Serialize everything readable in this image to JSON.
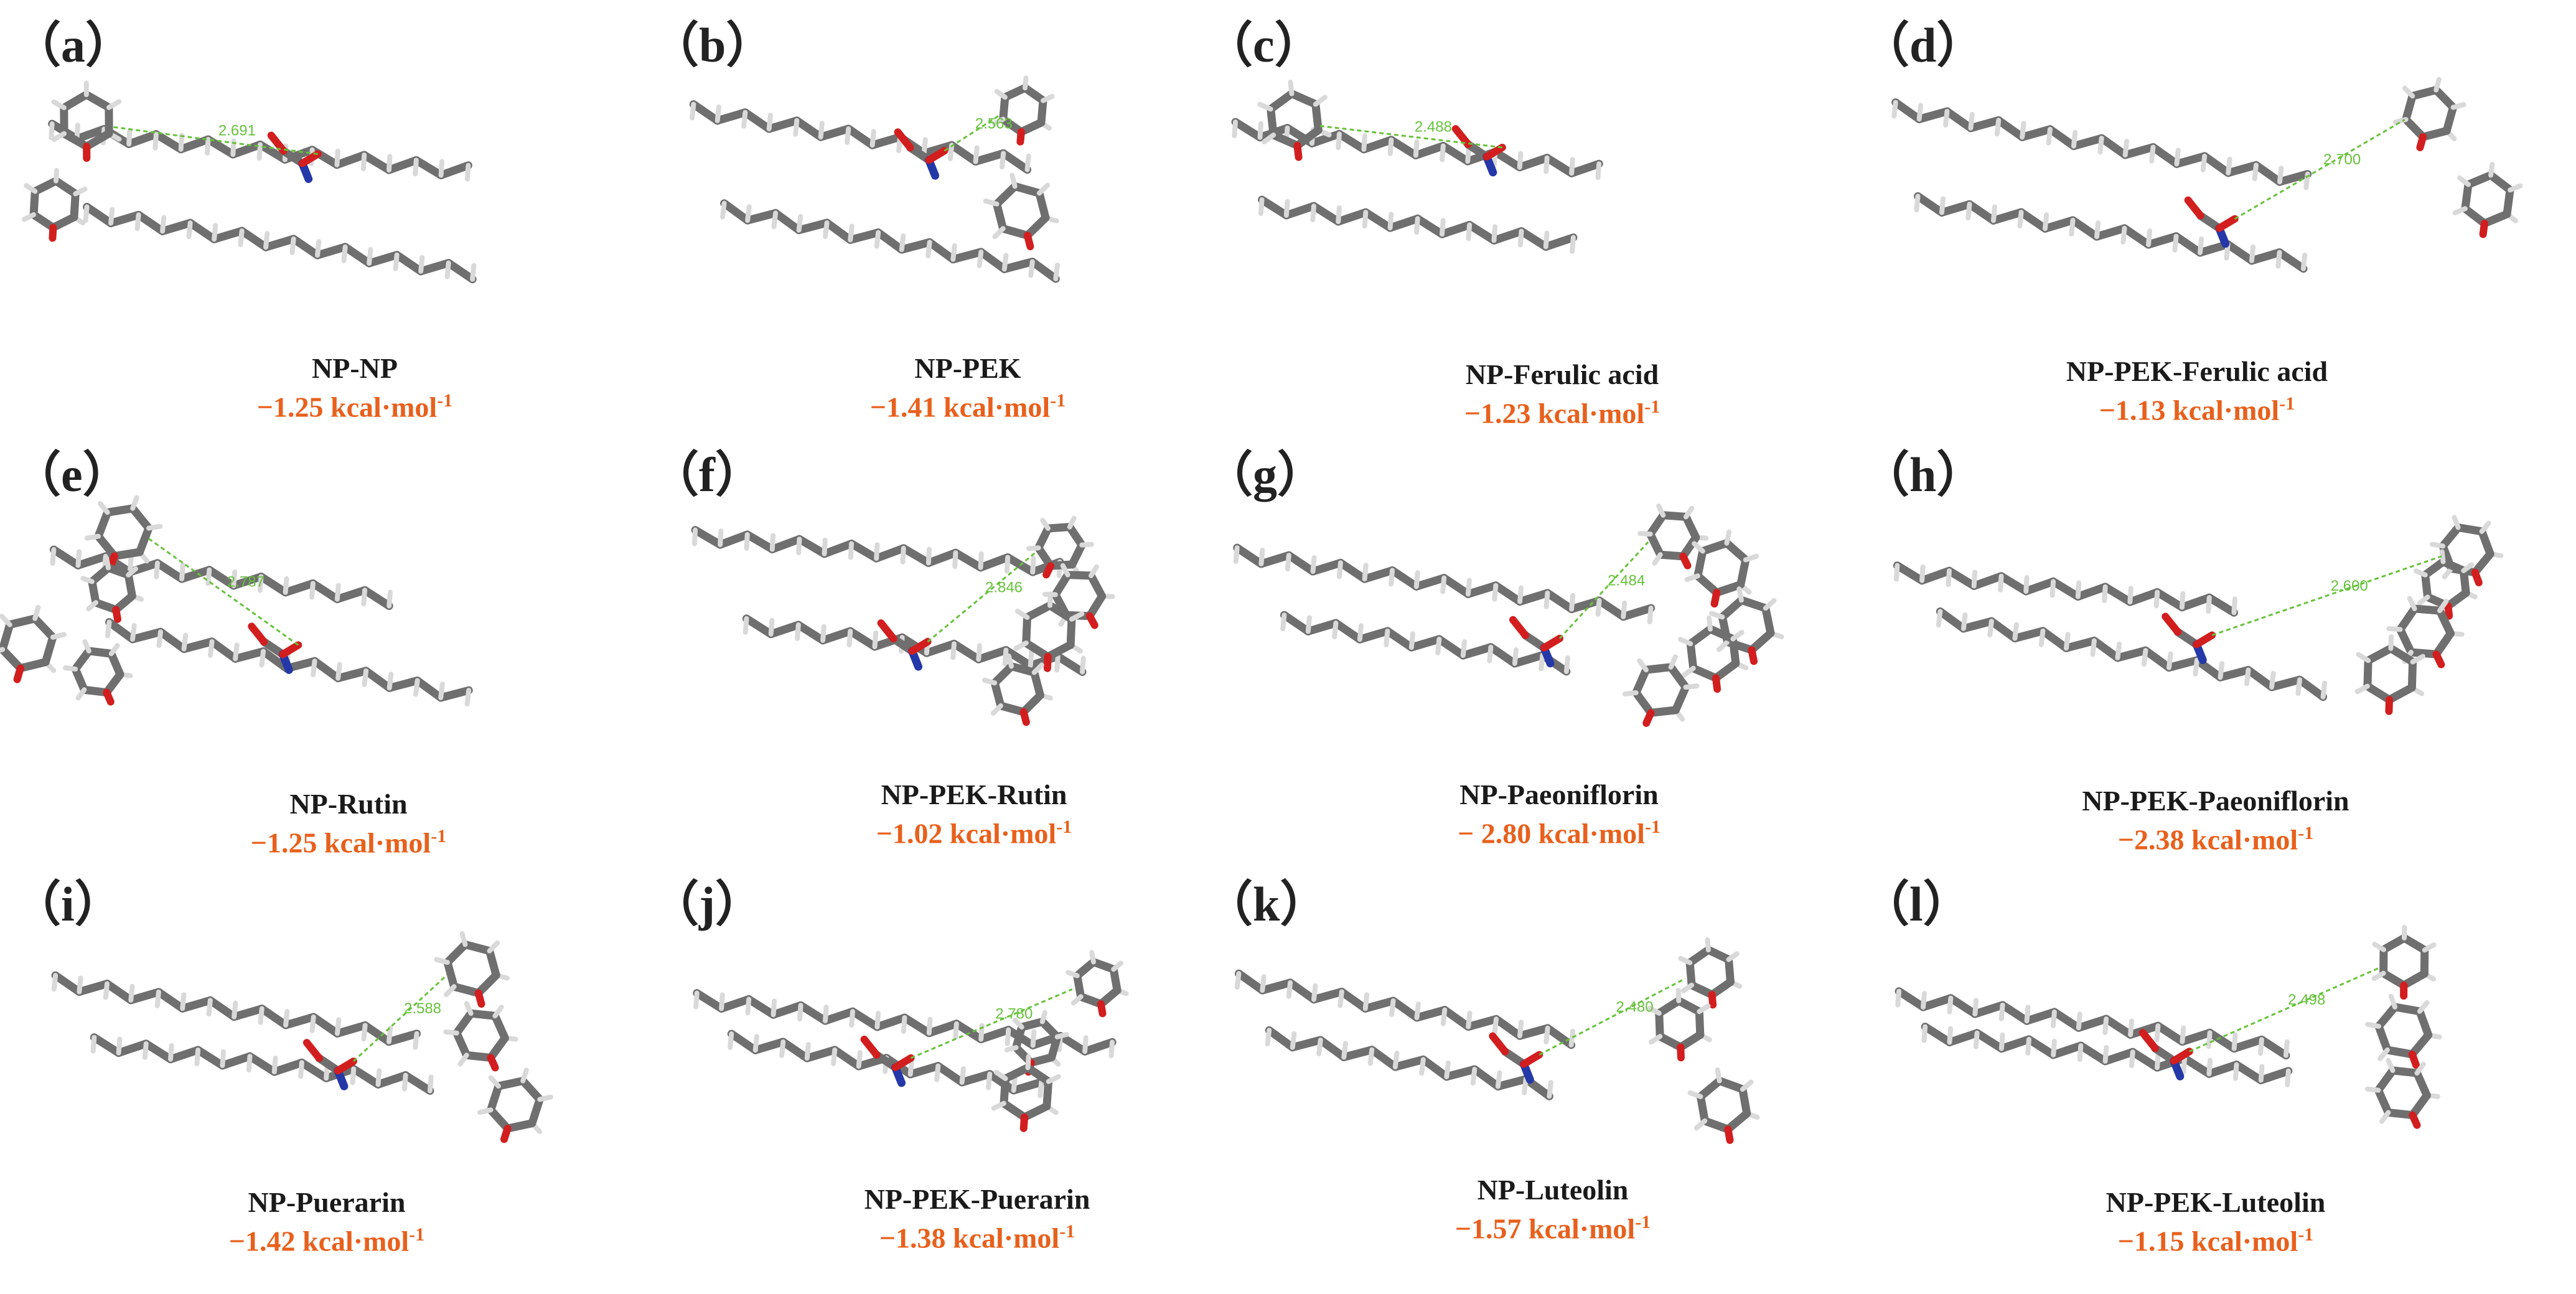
{
  "colors": {
    "title": "#1a1a1a",
    "energy": "#e8601c",
    "carbon": "#6f6f6f",
    "hydrogen": "#d9d9d9",
    "oxygen": "#d21e1e",
    "nitrogen": "#2438a8",
    "hbond": "#66c23a"
  },
  "energy_unit_prefix": "kcal·mol",
  "energy_unit_exp": "-1",
  "panels": [
    {
      "letter": "（a）",
      "title": "NP-NP",
      "energy": "−1.25",
      "hbond": "2.691"
    },
    {
      "letter": "（b）",
      "title": "NP-PEK",
      "energy": "−1.41",
      "hbond": "2.563"
    },
    {
      "letter": "（c）",
      "title": "NP-Ferulic acid",
      "energy": "−1.23",
      "hbond": "2.488"
    },
    {
      "letter": "（d）",
      "title": "NP-PEK-Ferulic acid",
      "energy": "−1.13",
      "hbond": "2.700"
    },
    {
      "letter": "（e）",
      "title": "NP-Rutin",
      "energy": "−1.25",
      "hbond": "2.787"
    },
    {
      "letter": "（f）",
      "title": "NP-PEK-Rutin",
      "energy": "−1.02",
      "hbond": "2.846"
    },
    {
      "letter": "（g）",
      "title": "NP-Paeoniflorin",
      "energy": "− 2.80",
      "hbond": "2.484"
    },
    {
      "letter": "（h）",
      "title": "NP-PEK-Paeoniflorin",
      "energy": "−2.38",
      "hbond": "2.600"
    },
    {
      "letter": "（i）",
      "title": "NP-Puerarin",
      "energy": "−1.42",
      "hbond": "2.588"
    },
    {
      "letter": "（j）",
      "title": "NP-PEK-Puerarin",
      "energy": "−1.38",
      "hbond": "2.780"
    },
    {
      "letter": "（k）",
      "title": "NP-Luteolin",
      "energy": "−1.57",
      "hbond": "2.480"
    },
    {
      "letter": "（l）",
      "title": "NP-PEK-Luteolin",
      "energy": "−1.15",
      "hbond": "2.498"
    }
  ]
}
